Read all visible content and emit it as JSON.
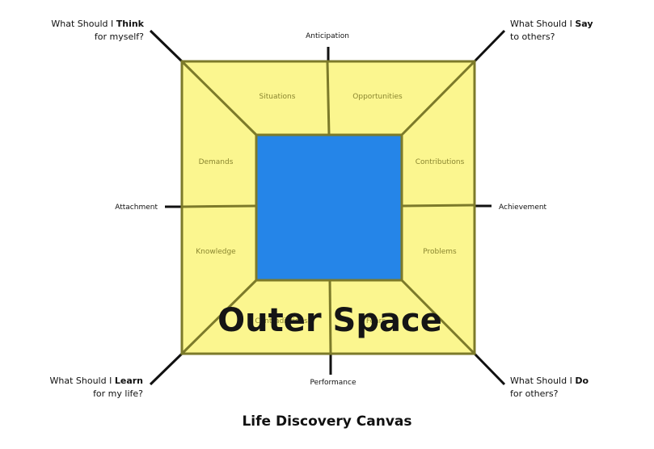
{
  "diagram": {
    "colors": {
      "frame_fill": "#fbf68f",
      "frame_stroke": "#7c7a2a",
      "center_fill": "#2585e8",
      "axis_line": "#111111",
      "region_text": "#8a8630"
    },
    "regions": {
      "top_left": "Situations",
      "top_right": "Opportunities",
      "right_top": "Contributions",
      "right_bottom": "Problems",
      "bottom_right": "Fears",
      "bottom_left": "Contradictions",
      "left_bottom": "Knowledge",
      "left_top": "Demands"
    },
    "axes": {
      "top": "Anticipation",
      "bottom": "Performance",
      "left": "Attachment",
      "right": "Achievement"
    },
    "questions": {
      "think": {
        "prefix": "What Should I ",
        "bold": "Think",
        "line2": "for myself?"
      },
      "say": {
        "prefix": "What Should I ",
        "bold": "Say",
        "line2": "to others?"
      },
      "learn": {
        "prefix": "What Should I ",
        "bold": "Learn",
        "line2": "for my life?"
      },
      "do": {
        "prefix": "What Should I ",
        "bold": "Do",
        "line2": "for others?"
      }
    },
    "overlay_title": "Outer Space",
    "caption": "Life Discovery Canvas"
  }
}
